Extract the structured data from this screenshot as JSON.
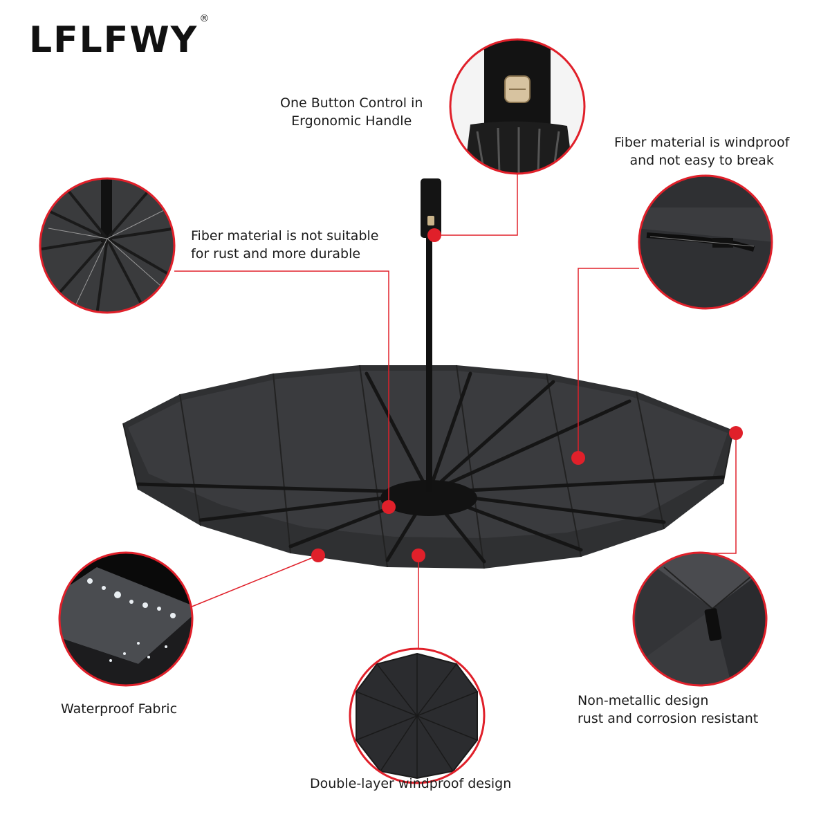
{
  "brand": {
    "name": "LFLFWY",
    "mark": "®"
  },
  "features": {
    "handle": {
      "line1": "One Button Control in",
      "line2": "Ergonomic Handle"
    },
    "ribs_fiber": {
      "line1": "Fiber material is not suitable",
      "line2": "for rust and more durable"
    },
    "windproof_fiber": {
      "line1": "Fiber material is windproof",
      "line2": "and not easy to break"
    },
    "waterproof": {
      "line1": "Waterproof Fabric"
    },
    "double_layer": {
      "line1": "Double-layer windproof design"
    },
    "non_metallic": {
      "line1": "Non-metallic design",
      "line2": "rust and corrosion resistant"
    }
  },
  "colors": {
    "accent": "#e0202a",
    "canopy": "#2e2f31",
    "canopy_light": "#3c3d40",
    "frame": "#111111"
  }
}
